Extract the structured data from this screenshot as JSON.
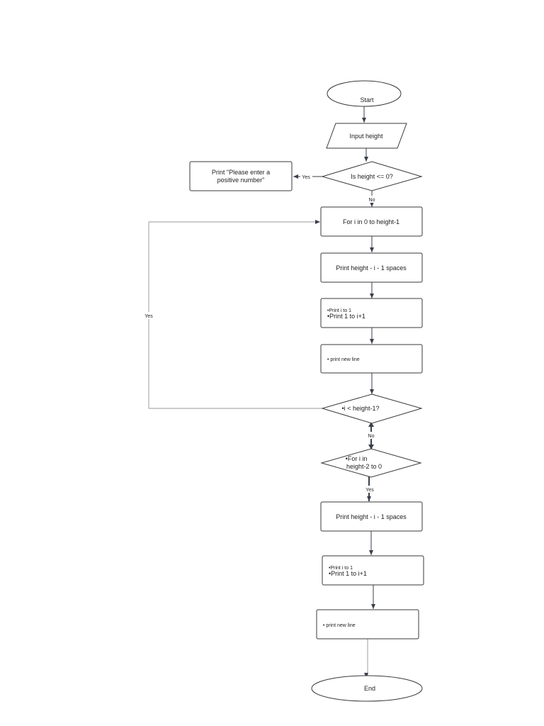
{
  "nodes": {
    "start": "Start",
    "input_height": "Input height",
    "check_height": "Is height <= 0?",
    "error_msg_line1": "Print \"Please enter a",
    "error_msg_line2": "positive number\"",
    "for_loop_1": "For i in 0 to height-1",
    "spaces_1": "Print height - i - 1 spaces",
    "print_i_1": "•Print i to 1",
    "print_1_to_i_1": "•Print 1 to i+1",
    "newline_1": "• print new line",
    "check_i": "•i < height-1?",
    "for_loop_2_line1": "•For i in",
    "for_loop_2_line2": "height-2 to 0",
    "spaces_2": "Print height - i - 1 spaces",
    "print_i_2": "•Print i to 1",
    "print_1_to_i_2": "•Print 1 to i+1",
    "newline_2": "• print new line",
    "end": "End"
  },
  "edge_labels": {
    "error_yes": "Yes",
    "height_no": "No",
    "loop_yes": "Yes",
    "loop_no": "No",
    "for2_yes": "Yes"
  },
  "colors": {
    "stroke": "#3a3a3a",
    "edge": "#3a3f4a",
    "background": "#ffffff"
  }
}
